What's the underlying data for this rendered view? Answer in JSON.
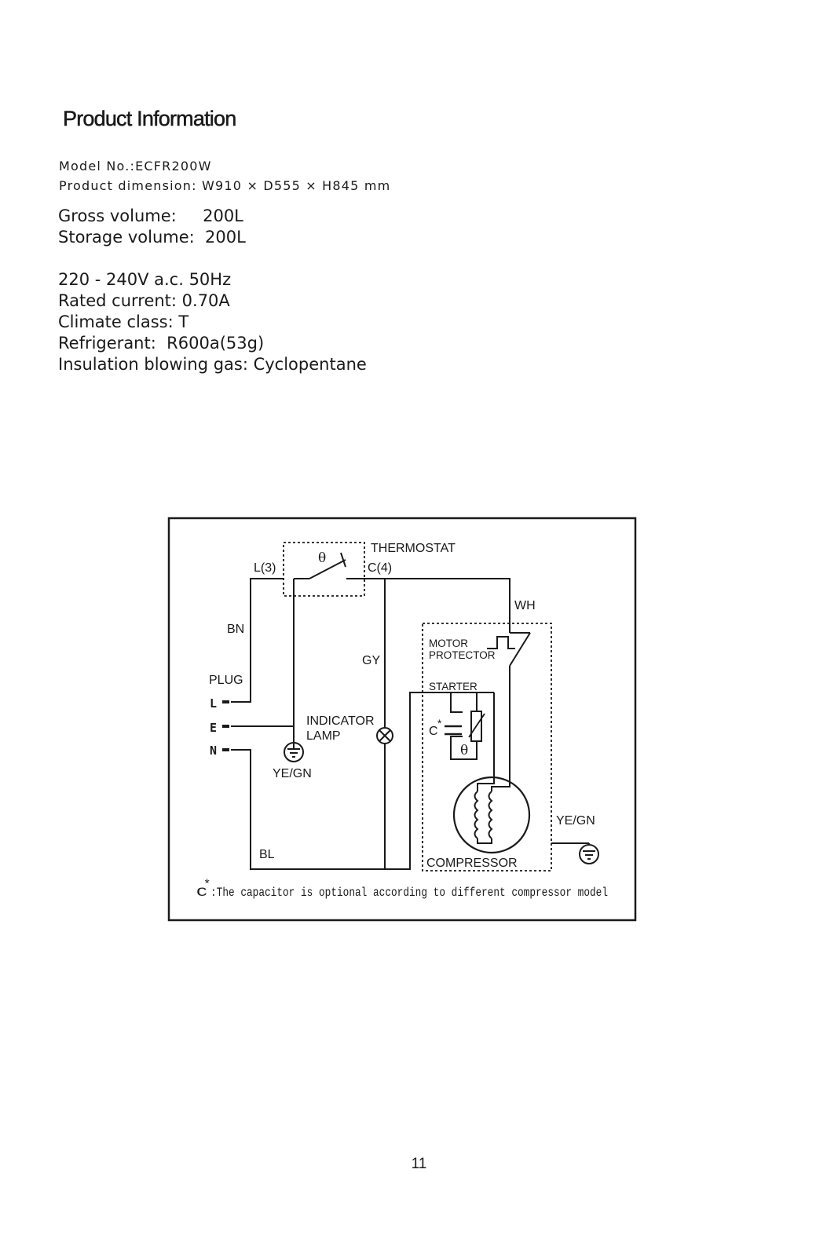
{
  "page": {
    "title": "Product Information",
    "model": "Model No.:ECFR200W",
    "dimension": "Product dimension: W910 × D555 × H845 mm",
    "gross_volume": "Gross volume:     200L",
    "storage_volume": "Storage volume:  200L",
    "voltage": "220 - 240V a.c. 50Hz",
    "rated_current": "Rated current: 0.70A",
    "climate_class": "Climate class: T",
    "refrigerant": "Refrigerant:  R600a(53g)",
    "insulation_gas": "Insulation blowing gas: Cyclopentane",
    "page_number": "11"
  },
  "diagram": {
    "thermostat": "THERMOSTAT",
    "l3": "L(3)",
    "c4": "C(4)",
    "wh": "WH",
    "bn": "BN",
    "gy": "GY",
    "plug": "PLUG",
    "pin_l": "L",
    "pin_e": "E",
    "pin_n": "N",
    "motor": "MOTOR",
    "protector": "PROTECTOR",
    "starter": "STARTER",
    "indicator": "INDICATOR",
    "lamp": "LAMP",
    "cap_label": "C",
    "cap_star": "*",
    "theta": "θ",
    "yegn": "YE/GN",
    "bl": "BL",
    "compressor": "COMPRESSOR",
    "footnote_c": "C",
    "footnote_star": "*",
    "footnote_text": ":The capacitor is optional according to different compressor model"
  }
}
